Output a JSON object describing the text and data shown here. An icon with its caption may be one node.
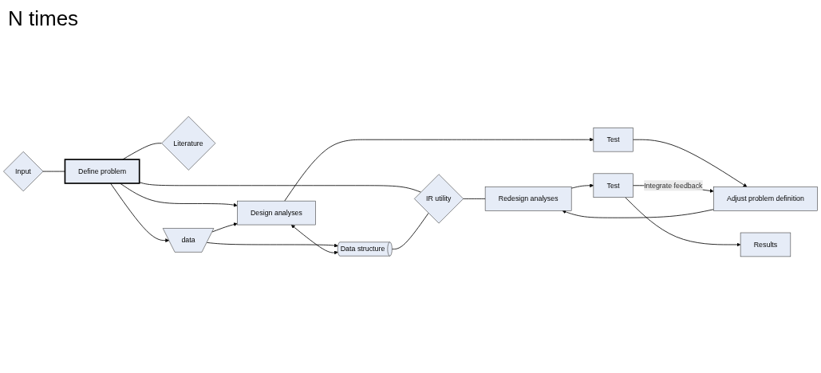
{
  "diagram": {
    "nodes": [
      {
        "text": [
          "Input"
        ]
      },
      {
        "text": [
          "Literature"
        ]
      },
      {
        "text": [
          "Define problem"
        ]
      },
      {
        "text": [
          "data"
        ]
      },
      {
        "text": [
          "Design analyses"
        ]
      },
      {
        "text": [
          "Test"
        ]
      },
      {
        "text": [
          "Data structure"
        ]
      },
      {
        "text": [
          "IR utility"
        ]
      },
      {
        "text": [
          "Adjust problem definition"
        ]
      },
      {
        "text": [
          "Redesign analyses"
        ]
      },
      {
        "text": [
          "Test"
        ]
      },
      {
        "text": [
          "Results"
        ]
      }
    ],
    "edges": [
      {
        "from": 0,
        "to": 2,
        "arrow": "none"
      },
      {
        "from": 2,
        "to": 1,
        "arrow": "none"
      },
      {
        "from": 2,
        "to": 4,
        "arrow": "to"
      },
      {
        "from": 2,
        "to": 3,
        "arrow": "to"
      },
      {
        "from": 3,
        "to": 4,
        "arrow": "to"
      },
      {
        "from": 3,
        "to": 6,
        "arrow": "to"
      },
      {
        "from": 4,
        "to": 6,
        "arrow": "both"
      },
      {
        "from": 4,
        "to": 5,
        "arrow": "to"
      },
      {
        "from": 5,
        "to": 8,
        "arrow": "to"
      },
      {
        "from": 2,
        "to": 7,
        "arrow": "none"
      },
      {
        "from": 6,
        "to": 7,
        "arrow": "none"
      },
      {
        "from": 7,
        "to": 9,
        "arrow": "none"
      },
      {
        "from": 8,
        "to": 9,
        "arrow": "to"
      },
      {
        "from": 9,
        "to": 10,
        "arrow": "to"
      },
      {
        "from": 10,
        "to": 8,
        "label": "Integrate feedback",
        "arrow": "to"
      },
      {
        "from": 10,
        "to": 11,
        "arrow": "to"
      }
    ],
    "labels": [
      "N times"
    ]
  }
}
